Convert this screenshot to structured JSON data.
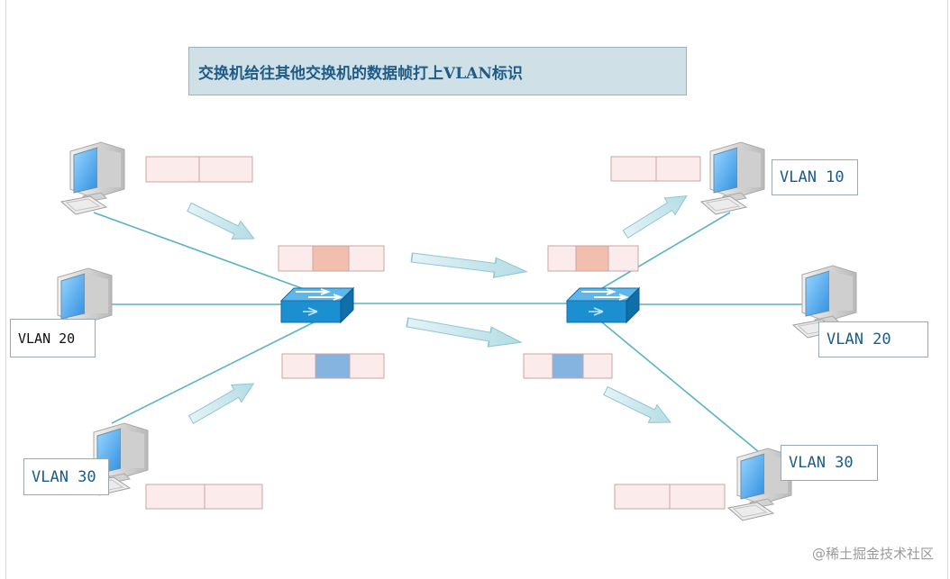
{
  "title": "交换机给往其他交换机的数据帧打上VLAN标识",
  "labels": {
    "left_vlan20": "VLAN 20",
    "left_vlan30": "VLAN 30",
    "right_vlan10": "VLAN 10",
    "right_vlan20": "VLAN 20",
    "right_vlan30": "VLAN 30"
  },
  "watermark": "@稀土掘金技术社区",
  "colors": {
    "frame_fill": "#fbeceb",
    "frame_border": "#c9a5a5",
    "tag_vlan10": "#f2bfae",
    "tag_vlan30": "#86b4e0",
    "link": "#5ab3c4",
    "arrow_fill": "#c8e6ec",
    "switch": "#1c8fd0"
  }
}
